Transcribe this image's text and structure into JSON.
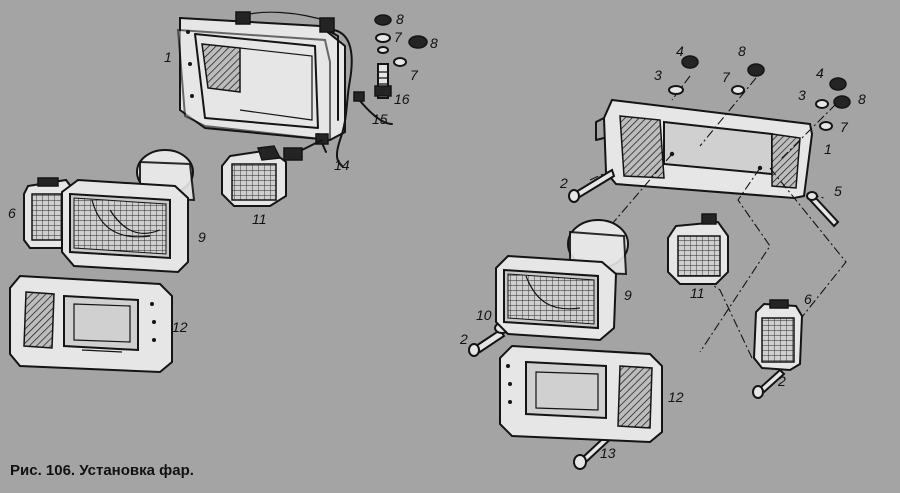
{
  "caption": "Рис. 106. Установка фар.",
  "callouts": {
    "left": {
      "c1": "1",
      "c6": "6",
      "c7a": "7",
      "c7b": "7",
      "c8a": "8",
      "c8b": "8",
      "c9": "9",
      "c11": "11",
      "c12": "12",
      "c14": "14",
      "c15": "15",
      "c16": "16"
    },
    "right": {
      "c1": "1",
      "c2a": "2",
      "c2b": "2",
      "c2c": "2",
      "c3a": "3",
      "c3b": "3",
      "c4a": "4",
      "c4b": "4",
      "c5": "5",
      "c6": "6",
      "c7a": "7",
      "c7b": "7",
      "c8a": "8",
      "c8b": "8",
      "c9": "9",
      "c10": "10",
      "c11": "11",
      "c12": "12",
      "c13": "13"
    }
  },
  "colors": {
    "background": "#a4a4a4",
    "ink": "#141414",
    "lens": "#c9c9c9"
  }
}
